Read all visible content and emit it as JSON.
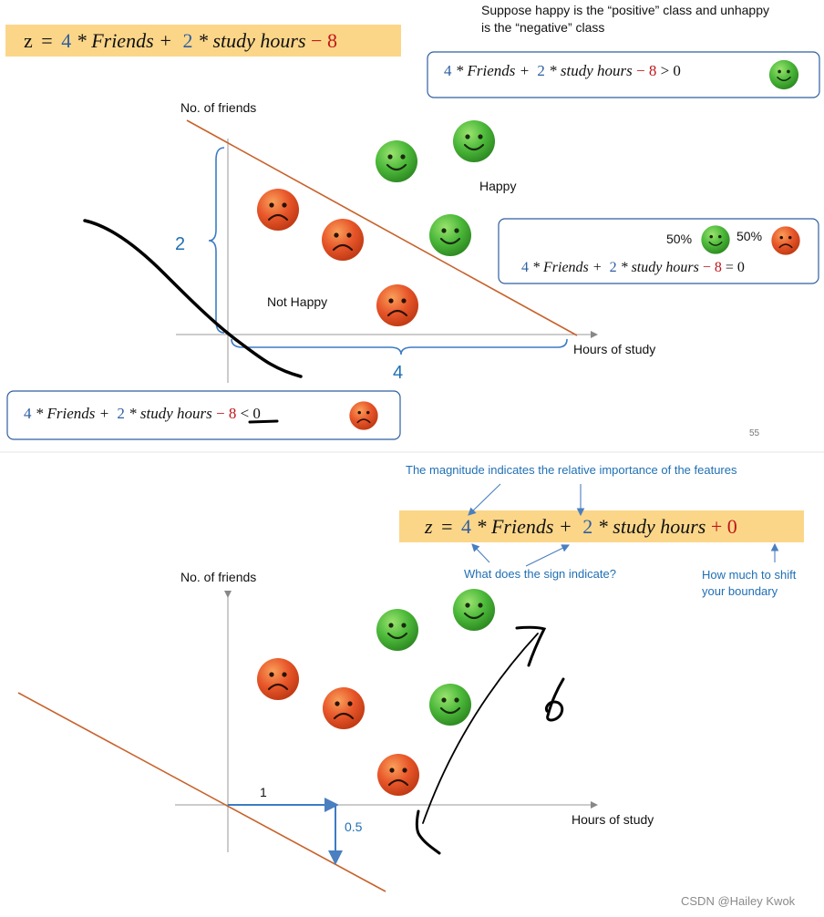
{
  "slide1": {
    "equation_banner": {
      "z": "z",
      "eq": "=",
      "w1": "4",
      "f1": " * Friends + ",
      "w2": "2",
      "f2": " * study hours ",
      "b": "− 8"
    },
    "note_line1": "Suppose happy is the “positive” class and unhappy",
    "note_line2": "is the “negative” class",
    "box_positive": {
      "w1": "4",
      "f1": " * Friends + ",
      "w2": "2",
      "f2": " * study hours ",
      "b": "− 8",
      "rel": " > 0"
    },
    "box_boundary": {
      "pct_happy": "50%",
      "pct_unhappy": "50%",
      "w1": "4",
      "f1": " * Friends + ",
      "w2": "2",
      "f2": " * study hours ",
      "b": "− 8",
      "rel": " = 0"
    },
    "box_negative": {
      "w1": "4",
      "f1": " * Friends + ",
      "w2": "2",
      "f2": " * study hours ",
      "b": "− 8",
      "rel": " < 0"
    },
    "y_axis_label": "No. of friends",
    "x_axis_label": "Hours of study",
    "label_happy": "Happy",
    "label_not_happy": "Not Happy",
    "brace_y_value": "2",
    "brace_x_value": "4",
    "page_number": "55"
  },
  "slide2": {
    "annotation_magnitude": "The magnitude indicates the relative importance of the features",
    "equation_banner": {
      "z": "z",
      "eq": "=",
      "w1": "4",
      "f1": " * Friends + ",
      "w2": "2",
      "f2": " * study hours ",
      "b": "+ 0"
    },
    "annotation_sign": "What does the sign indicate?",
    "annotation_shift_line1": "How much to shift",
    "annotation_shift_line2": "your boundary",
    "y_axis_label": "No. of friends",
    "x_axis_label": "Hours of study",
    "slope_run": "1",
    "slope_rise": "0.5"
  },
  "watermark": "CSDN @Hailey Kwok",
  "colors": {
    "weight_blue": "#2e5fa0",
    "bias_red": "#c0161a",
    "banner_fill": "#fbd689",
    "boundary_line": "#c8622b",
    "annotation_blue": "#1f6fb4"
  }
}
